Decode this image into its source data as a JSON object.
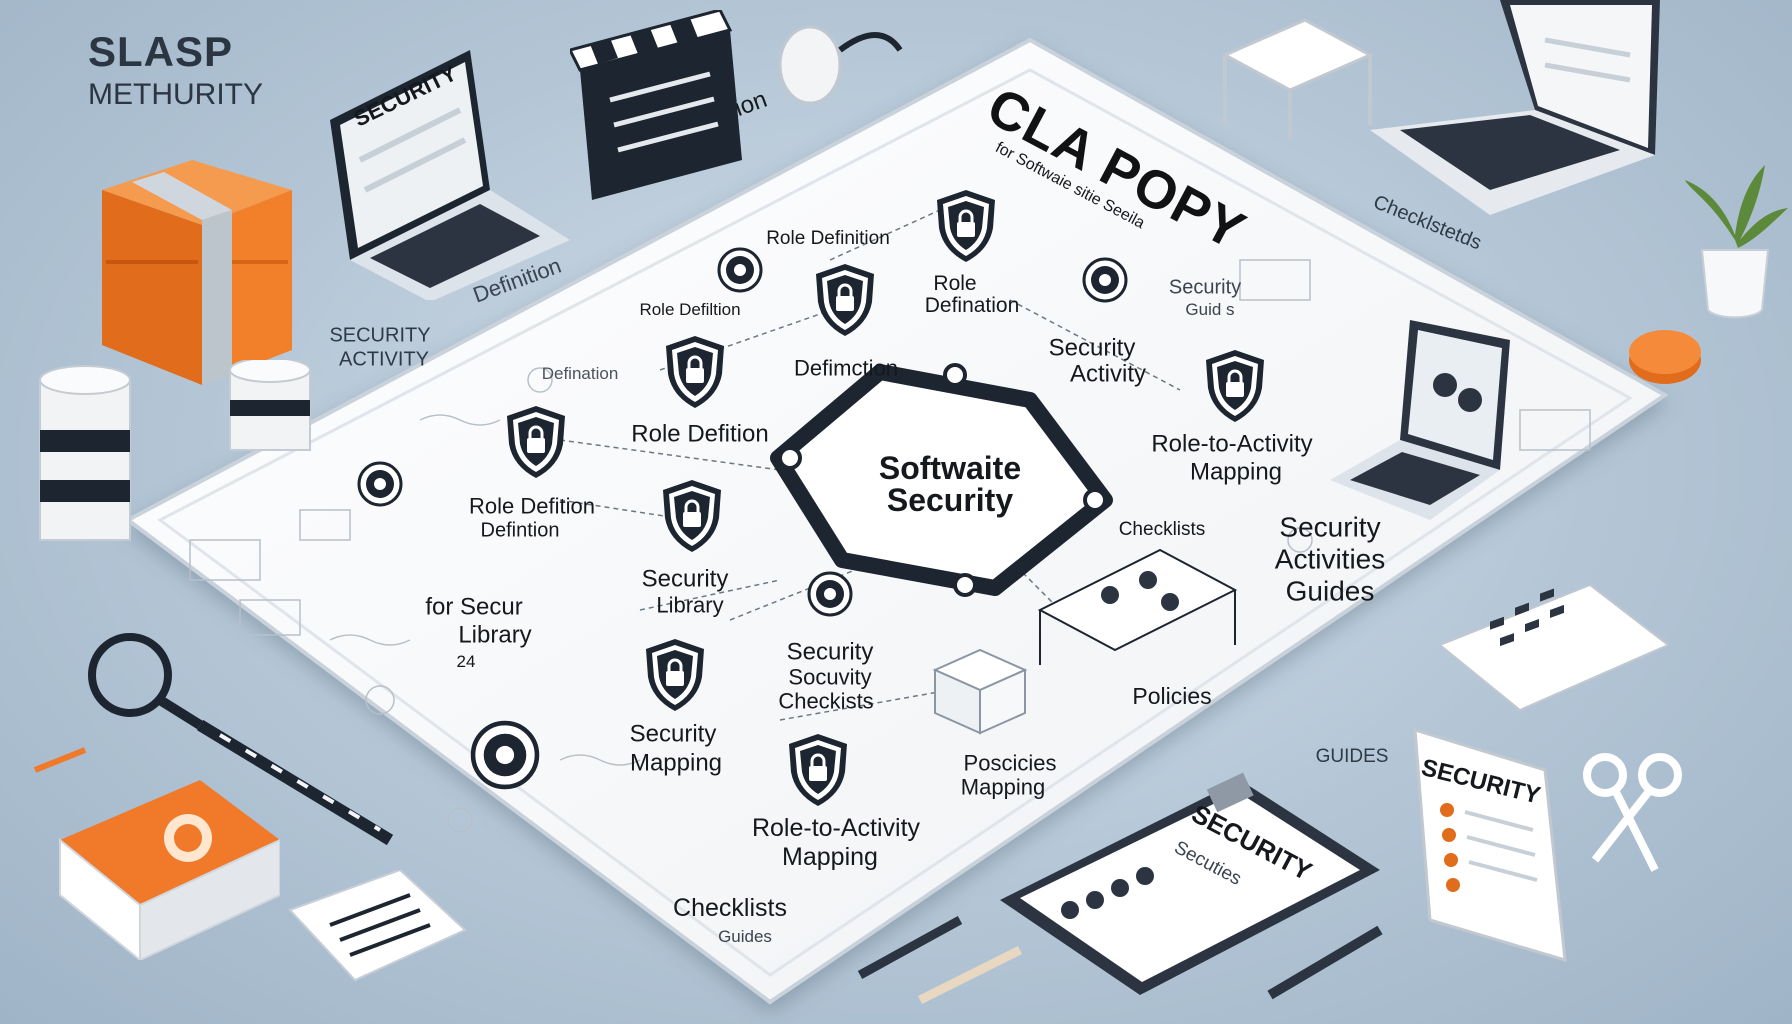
{
  "corner_title": {
    "line1": "SLASP",
    "line2": "METHURITY"
  },
  "board_title": {
    "main": "CLA POPY",
    "sub": "for Softwaie sitie Seeila",
    "center": "Softwaite\nSecurity"
  },
  "labels": {
    "role_definition_top": "Role Definition",
    "definition_side": "Definition",
    "role_definition_a": "Role Definition",
    "role_definition_b": "Role Defiltion",
    "role_definition_c": "Role",
    "role_definition_c2": "Defination",
    "definition_mid": "Defimction",
    "role_definition_left": "Role Defintion",
    "defination_left": "Defination",
    "role_defition": "Role Defition",
    "role_defition_left": "Role Defition",
    "definition_left2": "Defintion",
    "security_activity_side": "SECURITY",
    "security_activity_side2": "ACTIVITY",
    "security_guides": "Security",
    "security_guides2": "Guid s",
    "security_activity": "Security",
    "security_activity2": "Activity",
    "role_to_activity": "Role-to-Activity",
    "role_to_activity2": "Mapping",
    "checklists": "Checklists",
    "security_activities": "Security",
    "security_activities2": "Activities",
    "security_activities3": "Guides",
    "security_library": "Security",
    "security_library2": "Library",
    "for_secur": "for Secur",
    "library": "Library",
    "library_num": "24",
    "security_checklists": "Security",
    "security_checklists2": "Socuvity",
    "security_checklists3": "Checkists",
    "security_mapping": "Security",
    "security_mapping2": "Mapping",
    "policies": "Policies",
    "poscicies": "Poscicies",
    "poscicies2": "Mapping",
    "role_to_activity_b": "Role-to-Activity",
    "role_to_activity_b2": "Mapping",
    "checklists_bottom": "Checklists",
    "guides_bottom": "Guides",
    "checklists_side": "Checklstetds",
    "guides_side": "GUIDES",
    "clipboard_title": "SECURITY",
    "clipboard_sub": "Secuties",
    "booklet_title": "SECURITY",
    "laptop_left_title": "SECURITY"
  },
  "colors": {
    "accent": "#f07a2a",
    "dark": "#1c2530",
    "board": "#f4f6f8",
    "background": "#b4c6d6"
  }
}
